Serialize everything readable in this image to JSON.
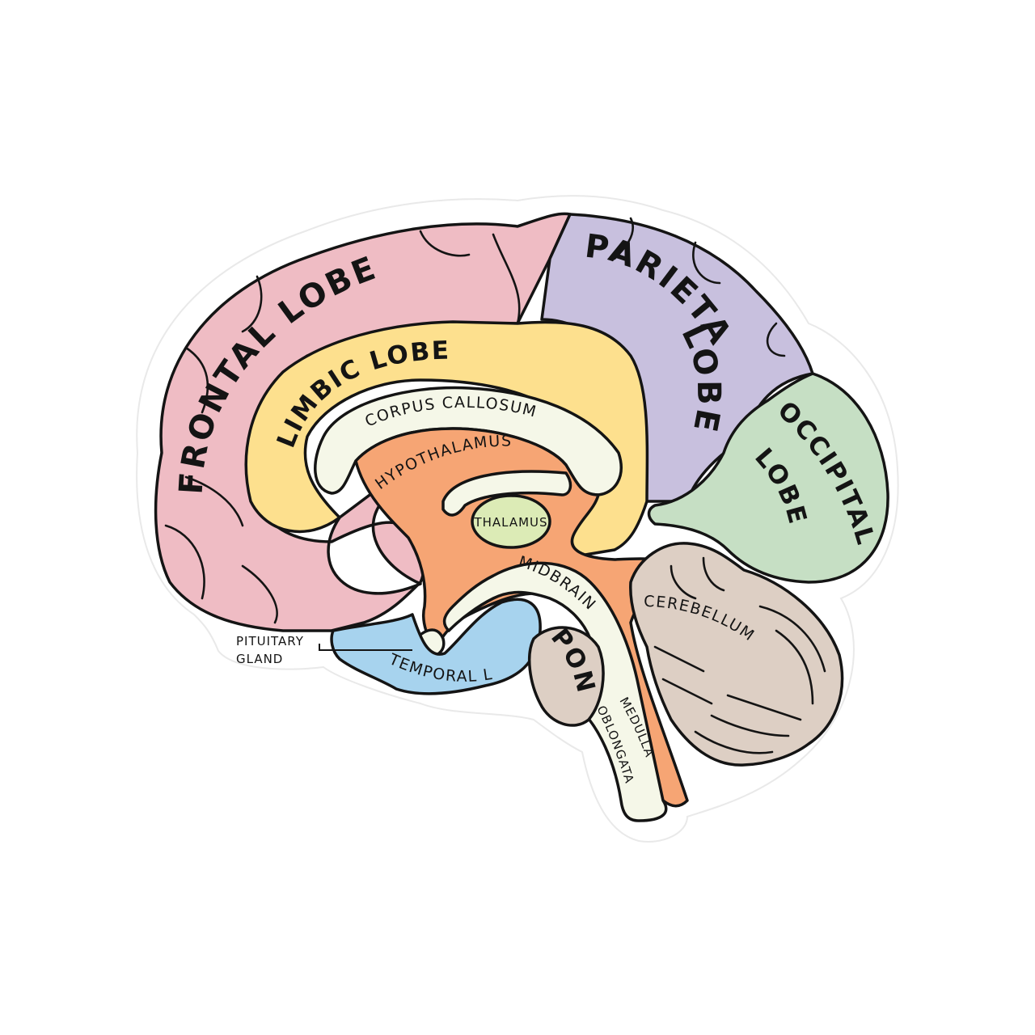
{
  "colors": {
    "background": "#ffffff",
    "frontal": "#efbcc4",
    "parietal": "#c8c0de",
    "occipital": "#c6dfc4",
    "limbic": "#fde08e",
    "corpus_callosum": "#f5f7e8",
    "hypothalamus": "#f6a574",
    "thalamus": "#dcebb6",
    "temporal": "#a7d3ee",
    "pons": "#ddcfc4",
    "cerebellum": "#ddcfc4",
    "outline": "#141414"
  },
  "labels": {
    "frontal": "FRONTAL LOBE",
    "parietal_1": "PARIETAL",
    "parietal_2": "LOBE",
    "occipital_1": "OCCIPITAL",
    "occipital_2": "LOBE",
    "limbic": "LIMBIC LOBE",
    "corpus_callosum": "CORPUS CALLOSUM",
    "hypothalamus": "HYPOTHALAMUS",
    "thalamus": "THALAMUS",
    "midbrain": "MIDBRAIN",
    "pons": "PONS",
    "temporal": "TEMPORAL LOBE",
    "cerebellum": "CEREBELLUM",
    "medulla_1": "MEDULLA",
    "medulla_2": "OBLONGATA",
    "pituitary_1": "PITUITARY",
    "pituitary_2": "GLAND"
  }
}
